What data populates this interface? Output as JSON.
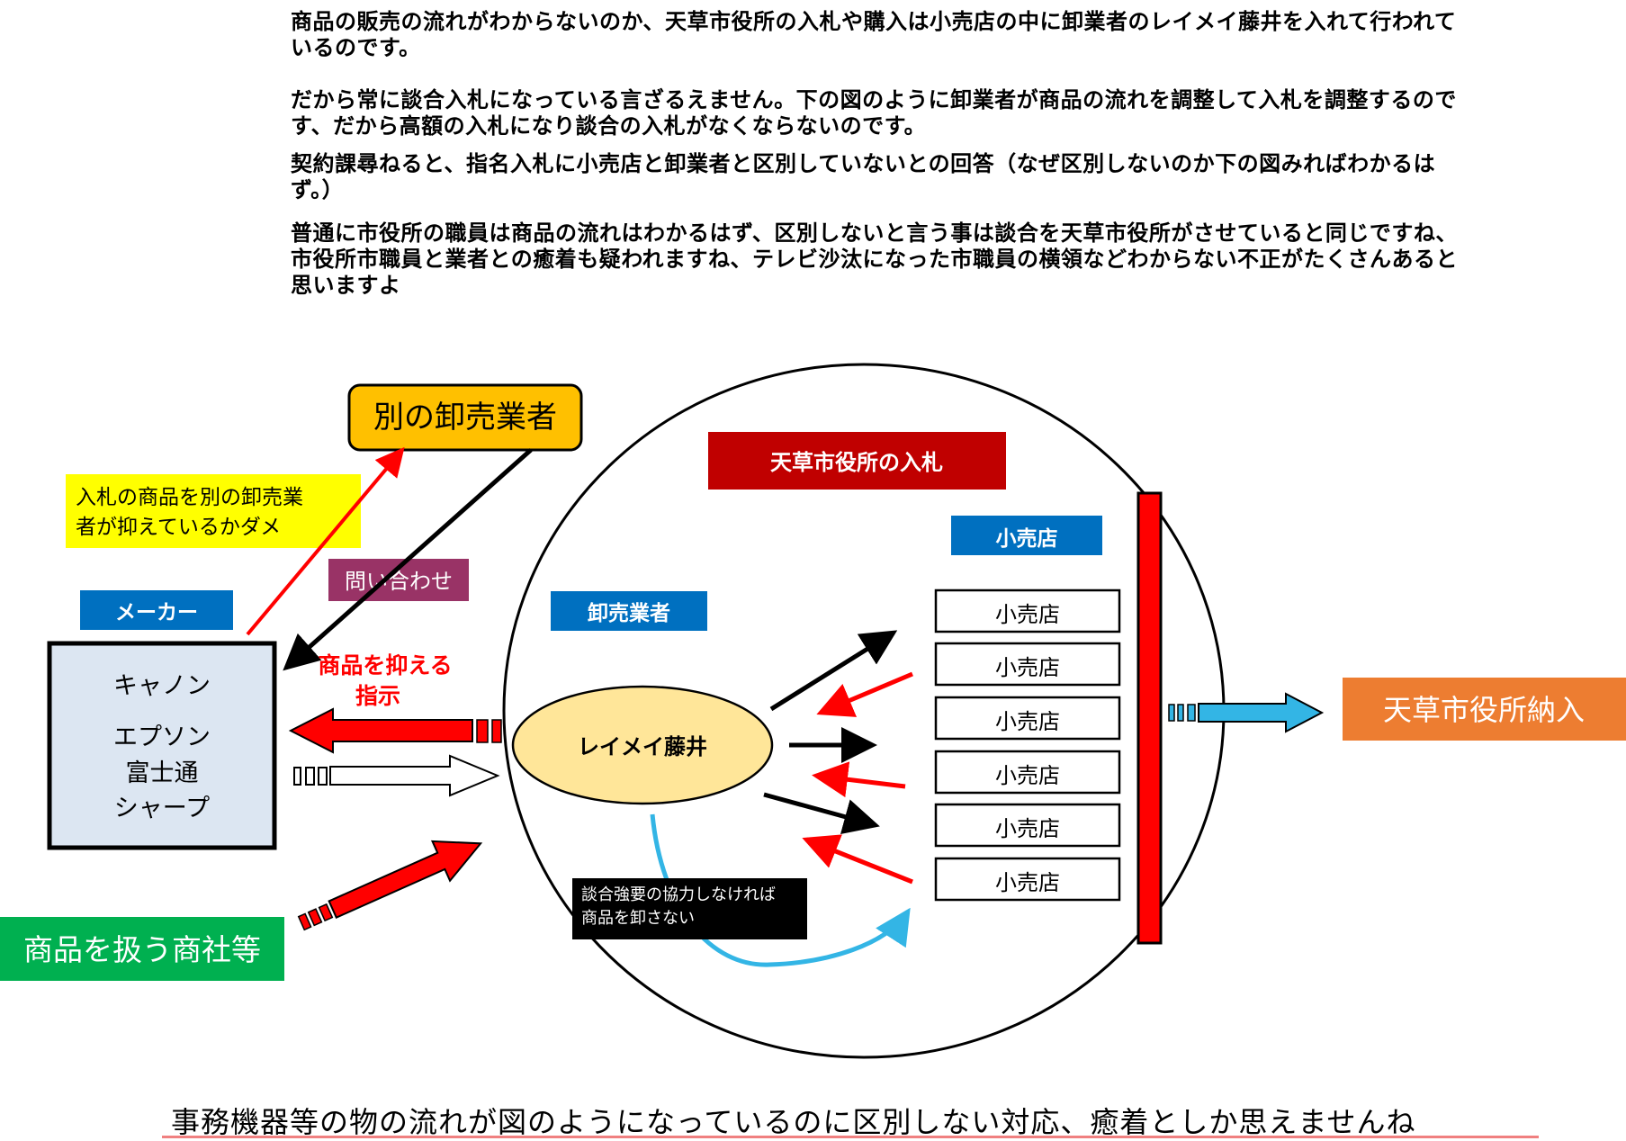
{
  "paragraphs": [
    "商品の販売の流れがわからないのか、天草市役所の入札や購入は小売店の中に卸業者のレイメイ藤井を入れて行われているのです。",
    "だから常に談合入札になっている言ざるえません。下の図のように卸業者が商品の流れを調整して入札を調整するのです、だから高額の入札になり談合の入札がなくならないのです。",
    "契約課尋ねると、指名入札に小売店と卸業者と区別していないとの回答（なぜ区別しないのか下の図みればわかるはず。）",
    "普通に市役所の職員は商品の流れはわかるはず、区別しないと言う事は談合を天草市役所がさせていると同じですね、市役所市職員と業者との癒着も疑われますね、テレビ沙汰になった市職員の横領などわからない不正がたくさんあると思いますよ"
  ],
  "diagram": {
    "other_wholesaler": "別の卸売業者",
    "yellow_note": [
      "入札の商品を別の卸売業",
      "者が抑えているかダメ"
    ],
    "inquiry": "問い合わせ",
    "maker_label": "メーカー",
    "makers": [
      "キャノン",
      "エプソン",
      "富士通",
      "シャープ"
    ],
    "hold_instruction": [
      "商品を抑える",
      "指示"
    ],
    "trading_company": "商品を扱う商社等",
    "bid_title": "天草市役所の入札",
    "wholesaler_label": "卸売業者",
    "wholesaler_name": "レイメイ藤井",
    "retail_label": "小売店",
    "retailers": [
      "小売店",
      "小売店",
      "小売店",
      "小売店",
      "小売店",
      "小売店"
    ],
    "collusion_note": [
      "談合強要の協力しなければ",
      "商品を卸さない"
    ],
    "delivery": "天草市役所納入"
  },
  "footer": "事務機器等の物の流れが図のようになっているのに区別しない対応、癒着としか思えませんね",
  "colors": {
    "orange": "#ffc000",
    "yellow": "#ffff00",
    "purple": "#993366",
    "blue_label": "#0070c0",
    "maker_box": "#dce6f2",
    "dark_red": "#c00000",
    "oval": "#ffe699",
    "delivery_orange": "#ed7d31",
    "green": "#00b050",
    "cyan_arrow": "#33b5e5",
    "red": "#ff0000"
  }
}
